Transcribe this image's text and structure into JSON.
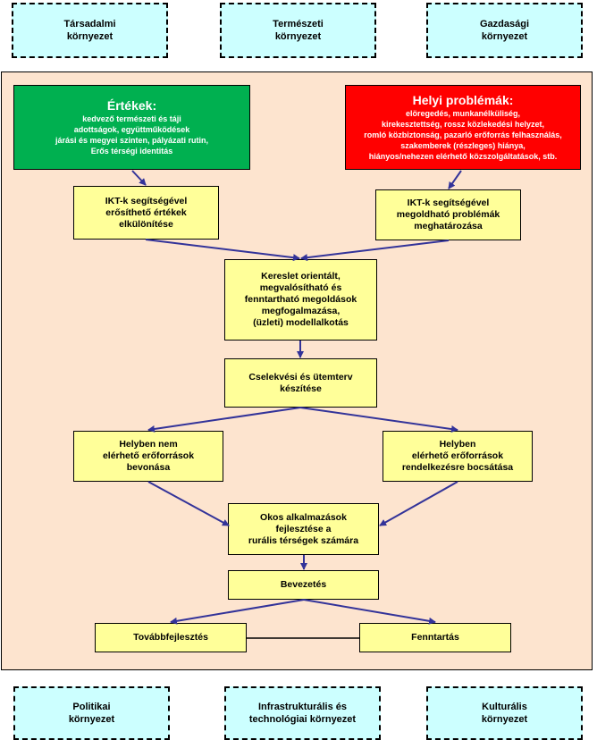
{
  "environments": {
    "top": [
      "Társadalmi\nkörnyezet",
      "Természeti\nkörnyezet",
      "Gazdasági\nkörnyezet"
    ],
    "bottom": [
      "Politikai\nkörnyezet",
      "Infrastrukturális és\ntechnológiai környezet",
      "Kulturális\nkörnyezet"
    ]
  },
  "values": {
    "title": "Értékek:",
    "body": "kedvező természeti és táji\nadottságok, együttműködések\njárási és megyei szinten, pályázati rutin,\nErős térségi identitás"
  },
  "problems": {
    "title": "Helyi problémák:",
    "body": "elöregedés, munkanélküliség,\nkirekesztettség, rossz közlekedési helyzet,\nromló közbiztonság, pazarló erőforrás felhasználás,\nszakemberek (részleges) hiánya,\nhiányos/nehezen elérhető közszolgáltatások, stb."
  },
  "steps": {
    "ikt_values": "IKT-k segítségével\nerősíthető értékek\nelkülönítése",
    "ikt_problems": "IKT-k segítségével\nmegoldható problémák\nmeghatározása",
    "demand": "Kereslet orientált,\nmegvalósítható és\nfenntartható megoldások\nmegfogalmazása,\n(üzleti) modellalkotás",
    "action_plan": "Cselekvési és ütemterv\nkészítése",
    "external_resources": "Helyben  nem\nelérhető erőforrások\nbevonása",
    "local_resources": "Helyben\nelérhető erőforrások\nrendelkezésre bocsátása",
    "smart_apps": "Okos alkalmazások\nfejlesztése a\nrurális térségek számára",
    "introduction": "Bevezetés",
    "further_dev": "Továbbfejlesztés",
    "maintenance": "Fenntartás"
  },
  "colors": {
    "values_bg": "#00b050",
    "problems_bg": "#ff0000",
    "arrow": "#333399"
  }
}
